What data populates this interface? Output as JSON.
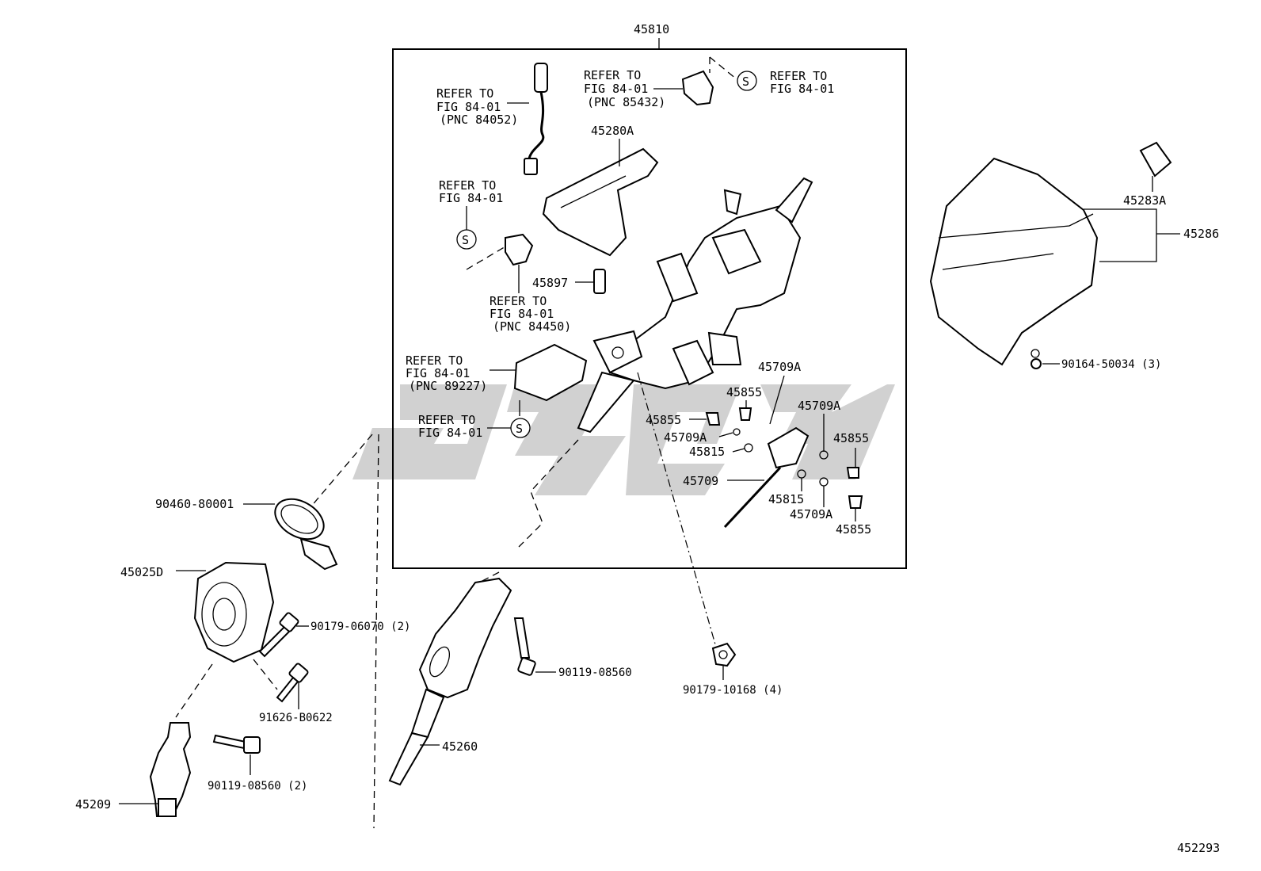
{
  "diagram": {
    "assembly_label": "45810",
    "figure_number": "452293",
    "symbol_s": "S",
    "refs": {
      "r1": [
        "REFER TO",
        "FIG 84-01",
        "(PNC 84052)"
      ],
      "r2": [
        "REFER TO",
        "FIG 84-01",
        "(PNC 85432)"
      ],
      "r3": [
        "REFER TO",
        "FIG 84-01"
      ],
      "r4": [
        "REFER TO",
        "FIG 84-01"
      ],
      "r5": [
        "REFER TO",
        "FIG 84-01",
        "(PNC 84450)"
      ],
      "r6": [
        "REFER TO",
        "FIG 84-01",
        "(PNC 89227)"
      ],
      "r7": [
        "REFER TO",
        "FIG 84-01"
      ]
    },
    "parts": {
      "p45280A": "45280A",
      "p45897": "45897",
      "p45709A_1": "45709A",
      "p45855_1": "45855",
      "p45855_2": "45855",
      "p45709A_2": "45709A",
      "p45709A_3": "45709A",
      "p45855_3": "45855",
      "p45815_1": "45815",
      "p45709": "45709",
      "p45815_2": "45815",
      "p45709A_4": "45709A",
      "p45855_4": "45855",
      "p45283A": "45283A",
      "p45286": "45286",
      "p90164": "90164-50034 (3)",
      "p90460": "90460-80001",
      "p45025D": "45025D",
      "p90179_06070": "90179-06070 (2)",
      "p91626": "91626-B0622",
      "p90119_a": "90119-08560",
      "p90119_b": "90119-08560 (2)",
      "p90179_10168": "90179-10168 (4)",
      "p45260": "45260",
      "p45209": "45209"
    }
  }
}
